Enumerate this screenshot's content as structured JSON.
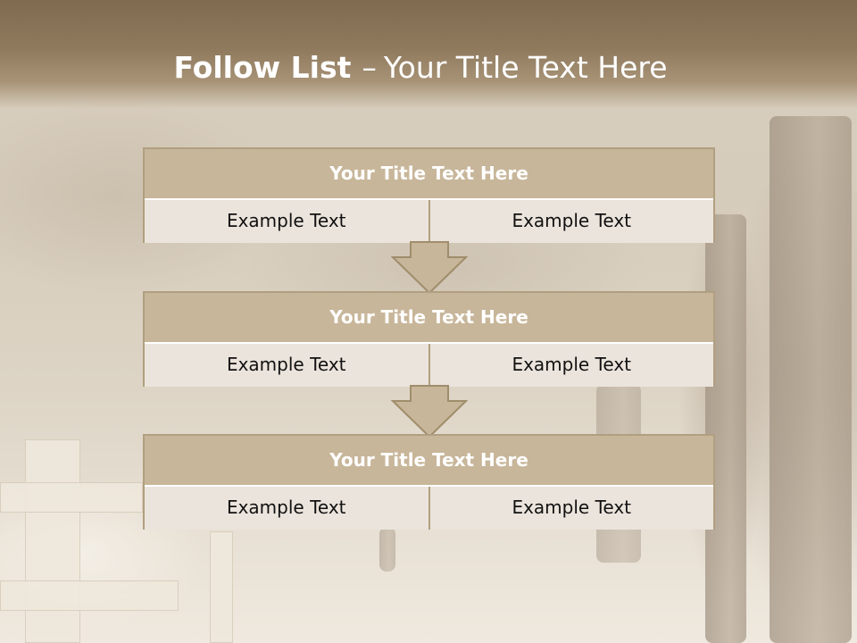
{
  "slide": {
    "title_bold": "Follow List",
    "title_separator": "–",
    "title_rest": "Your Title Text Here"
  },
  "blocks": [
    {
      "title": "Your Title Text Here",
      "cells": [
        "Example Text",
        "Example Text"
      ]
    },
    {
      "title": "Your Title Text Here",
      "cells": [
        "Example Text",
        "Example Text"
      ]
    },
    {
      "title": "Your Title Text Here",
      "cells": [
        "Example Text",
        "Example Text"
      ]
    }
  ],
  "colors": {
    "header_band": "#7f6a4f",
    "block_title_fill": "#c8b69a",
    "block_cell_fill": "#ebe4dc",
    "border": "#b09f80",
    "arrow_fill": "#c8b69a"
  },
  "icons": [
    "down-arrow-icon",
    "down-arrow-icon"
  ]
}
